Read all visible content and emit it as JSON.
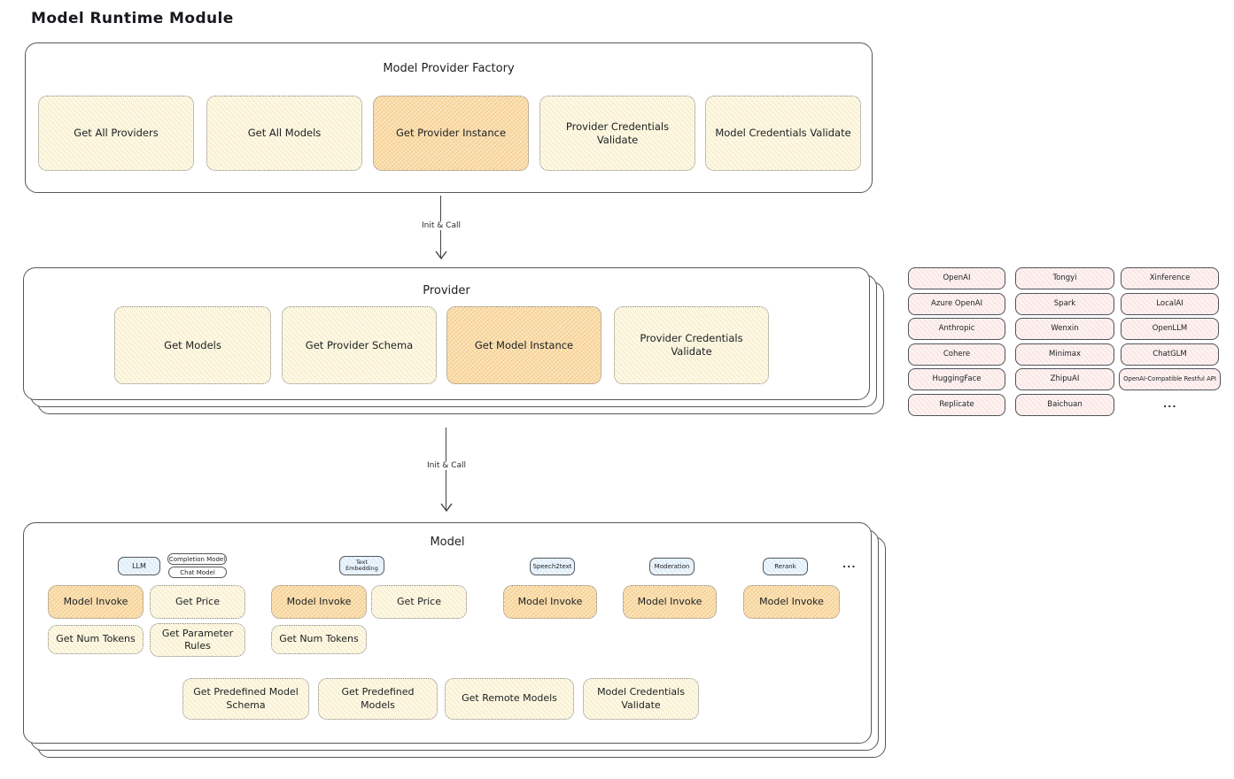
{
  "title": "Model Runtime Module",
  "arrows": {
    "factory_to_provider": "Init & Call",
    "provider_to_model": "Init & Call"
  },
  "factory": {
    "title": "Model Provider Factory",
    "buttons": [
      {
        "label": "Get All Providers",
        "highlight": false
      },
      {
        "label": "Get All Models",
        "highlight": false
      },
      {
        "label": "Get Provider Instance",
        "highlight": true
      },
      {
        "label": "Provider Credentials Validate",
        "highlight": false
      },
      {
        "label": "Model Credentials Validate",
        "highlight": false
      }
    ]
  },
  "provider": {
    "title": "Provider",
    "buttons": [
      {
        "label": "Get Models",
        "highlight": false
      },
      {
        "label": "Get Provider Schema",
        "highlight": false
      },
      {
        "label": "Get Model Instance",
        "highlight": true
      },
      {
        "label": "Provider Credentials Validate",
        "highlight": false
      }
    ]
  },
  "provider_list": {
    "rows": [
      [
        "OpenAI",
        "Tongyi",
        "Xinference"
      ],
      [
        "Azure OpenAI",
        "Spark",
        "LocalAI"
      ],
      [
        "Anthropic",
        "Wenxin",
        "OpenLLM"
      ],
      [
        "Cohere",
        "Minimax",
        "ChatGLM"
      ],
      [
        "HuggingFace",
        "ZhipuAI",
        "OpenAI-Compatible Restful API"
      ],
      [
        "Replicate",
        "Baichuan"
      ]
    ],
    "more": "..."
  },
  "model": {
    "title": "Model",
    "tabs": {
      "llm": "LLM",
      "completion_model": "Completion Model",
      "chat_model": "Chat Model",
      "text_embedding": "Text Embedding",
      "speech2text": "Speech2text",
      "moderation": "Moderation",
      "rerank": "Rerank",
      "more": "..."
    },
    "llm": {
      "model_invoke": "Model Invoke",
      "get_price": "Get Price",
      "get_num_tokens": "Get Num Tokens",
      "get_parameter_rules": "Get Parameter Rules"
    },
    "text_embedding": {
      "model_invoke": "Model Invoke",
      "get_price": "Get Price",
      "get_num_tokens": "Get Num Tokens"
    },
    "speech2text": {
      "model_invoke": "Model Invoke"
    },
    "moderation": {
      "model_invoke": "Model Invoke"
    },
    "rerank": {
      "model_invoke": "Model Invoke"
    },
    "common": {
      "get_predefined_model_schema": "Get Predefined Model Schema",
      "get_predefined_models": "Get Predefined Models",
      "get_remote_models": "Get Remote Models",
      "model_credentials_validate": "Model Credentials Validate"
    }
  },
  "colors": {
    "highlight_orange": "#f6d197",
    "button_yellow": "#f6ebc2",
    "provider_pink": "#f7e0dd",
    "tab_blue": "#d5e8f7",
    "stroke": "#54585c"
  }
}
